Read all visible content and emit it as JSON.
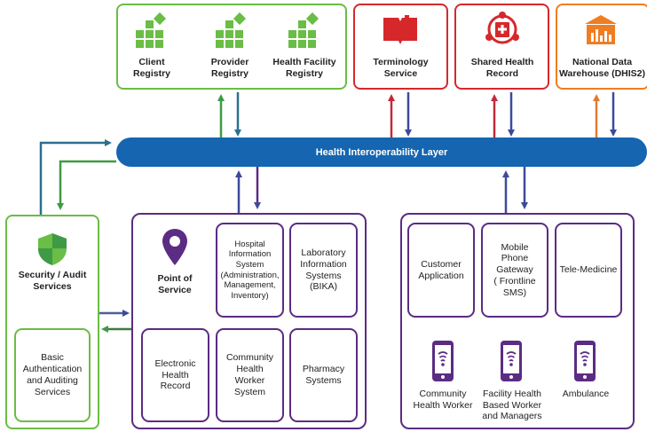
{
  "top": {
    "client_registry": "Client\nRegistry",
    "provider_registry": "Provider\nRegistry",
    "facility_registry": "Health Facility\nRegistry",
    "terminology": "Terminology\nService",
    "shared_record": "Shared Health\nRecord",
    "data_warehouse": "National Data\nWarehouse (DHIS2)"
  },
  "hil": "Health Interoperability Layer",
  "security": {
    "title": "Security / Audit\nServices",
    "basic": "Basic\nAuthentication\nand Auditing\nServices"
  },
  "pos": {
    "title": "Point of\nService",
    "his": "Hospital\nInformation\nSystem\n(Administration,\nManagement,\nInventory)",
    "lis": "Laboratory\nInformation\nSystems\n(BIKA)",
    "ehr": "Electronic\nHealth\nRecord",
    "chws": "Community\nHealth\nWorker\nSystem",
    "pharmacy": "Pharmacy\nSystems"
  },
  "right": {
    "customer_app": "Customer\nApplication",
    "gateway": "Mobile\nPhone\nGateway\n( Frontline\nSMS)",
    "telemedicine": "Tele-Medicine",
    "chw": "Community\nHealth Worker",
    "facility_worker": "Facility Health\nBased Worker\nand Managers",
    "ambulance": "Ambulance"
  },
  "colors": {
    "green": "#6abd45",
    "red": "#d6282b",
    "orange": "#ef7d22",
    "purple": "#5b2c83",
    "blue": "#1565b0"
  }
}
